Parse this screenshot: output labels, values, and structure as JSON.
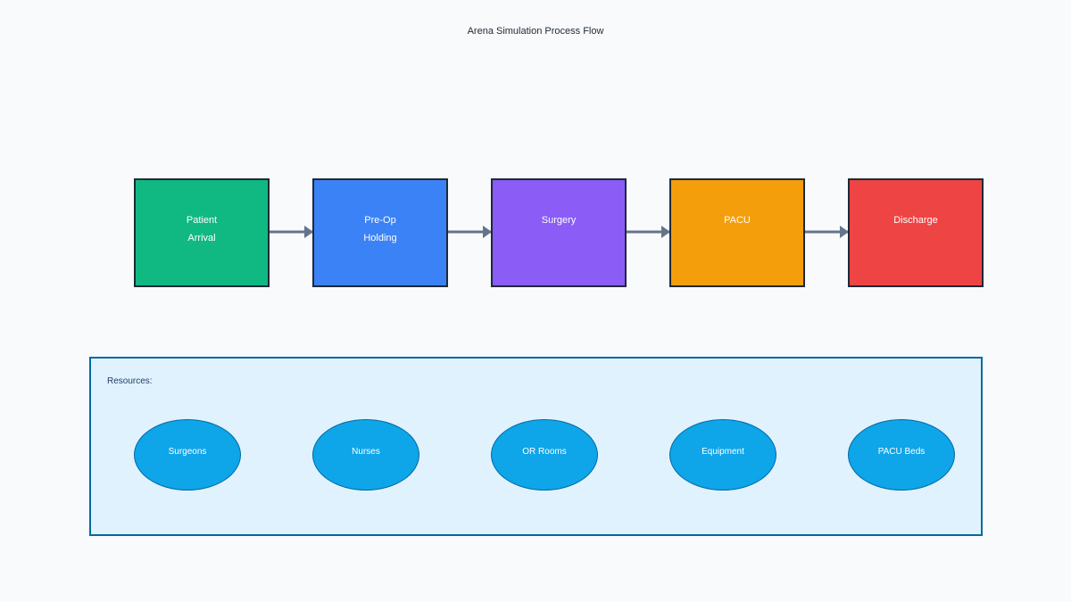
{
  "title": "Arena Simulation Process Flow",
  "process_steps": [
    {
      "lines": [
        "Patient",
        "Arrival"
      ],
      "color": "#10b981"
    },
    {
      "lines": [
        "Pre-Op",
        "Holding"
      ],
      "color": "#3b82f6"
    },
    {
      "lines": [
        "Surgery",
        ""
      ],
      "color": "#8b5cf6"
    },
    {
      "lines": [
        "PACU",
        ""
      ],
      "color": "#f59e0b"
    },
    {
      "lines": [
        "Discharge",
        ""
      ],
      "color": "#ef4444"
    }
  ],
  "connector_color": "#64748b",
  "resources": {
    "label": "Resources:",
    "items": [
      "Surgeons",
      "Nurses",
      "OR Rooms",
      "Equipment",
      "PACU Beds"
    ],
    "fill_color": "#0ea5e9",
    "panel_color": "#e0f2fe",
    "border_color": "#0369a1"
  }
}
